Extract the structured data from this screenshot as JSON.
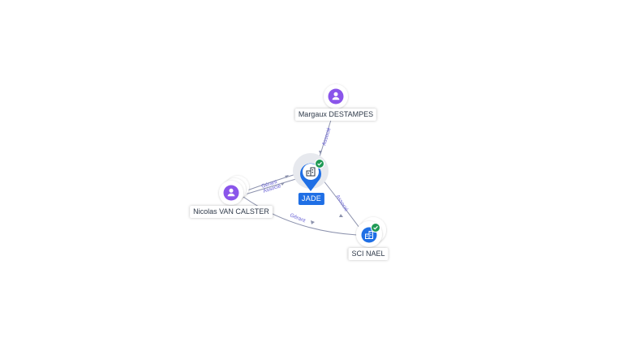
{
  "colors": {
    "person_badge": "#8a55ea",
    "company_badge": "#1f6fe5",
    "center_badge": "#1f6fe5",
    "check": "#1f9a55",
    "edge": "#8c92ad",
    "edge_label": "#6a63d6"
  },
  "nodes": {
    "margaux": {
      "label": "Margaux DESTAMPES",
      "type": "person",
      "icon": "person-icon"
    },
    "nicolas": {
      "label": "Nicolas VAN CALSTER",
      "type": "person",
      "icon": "person-icon"
    },
    "jade": {
      "label": "JADE",
      "type": "company",
      "icon": "building-icon",
      "verified": true
    },
    "sci_nael": {
      "label": "SCI NAEL",
      "type": "company",
      "icon": "building-icon",
      "verified": true
    }
  },
  "edges": {
    "margaux_jade": {
      "label": "Associé"
    },
    "nicolas_jade_gerant": {
      "label": "Gérant"
    },
    "nicolas_jade_associe": {
      "label": "Associé"
    },
    "jade_sci": {
      "label": "Associé"
    },
    "nicolas_sci": {
      "label": "Gérant"
    }
  }
}
